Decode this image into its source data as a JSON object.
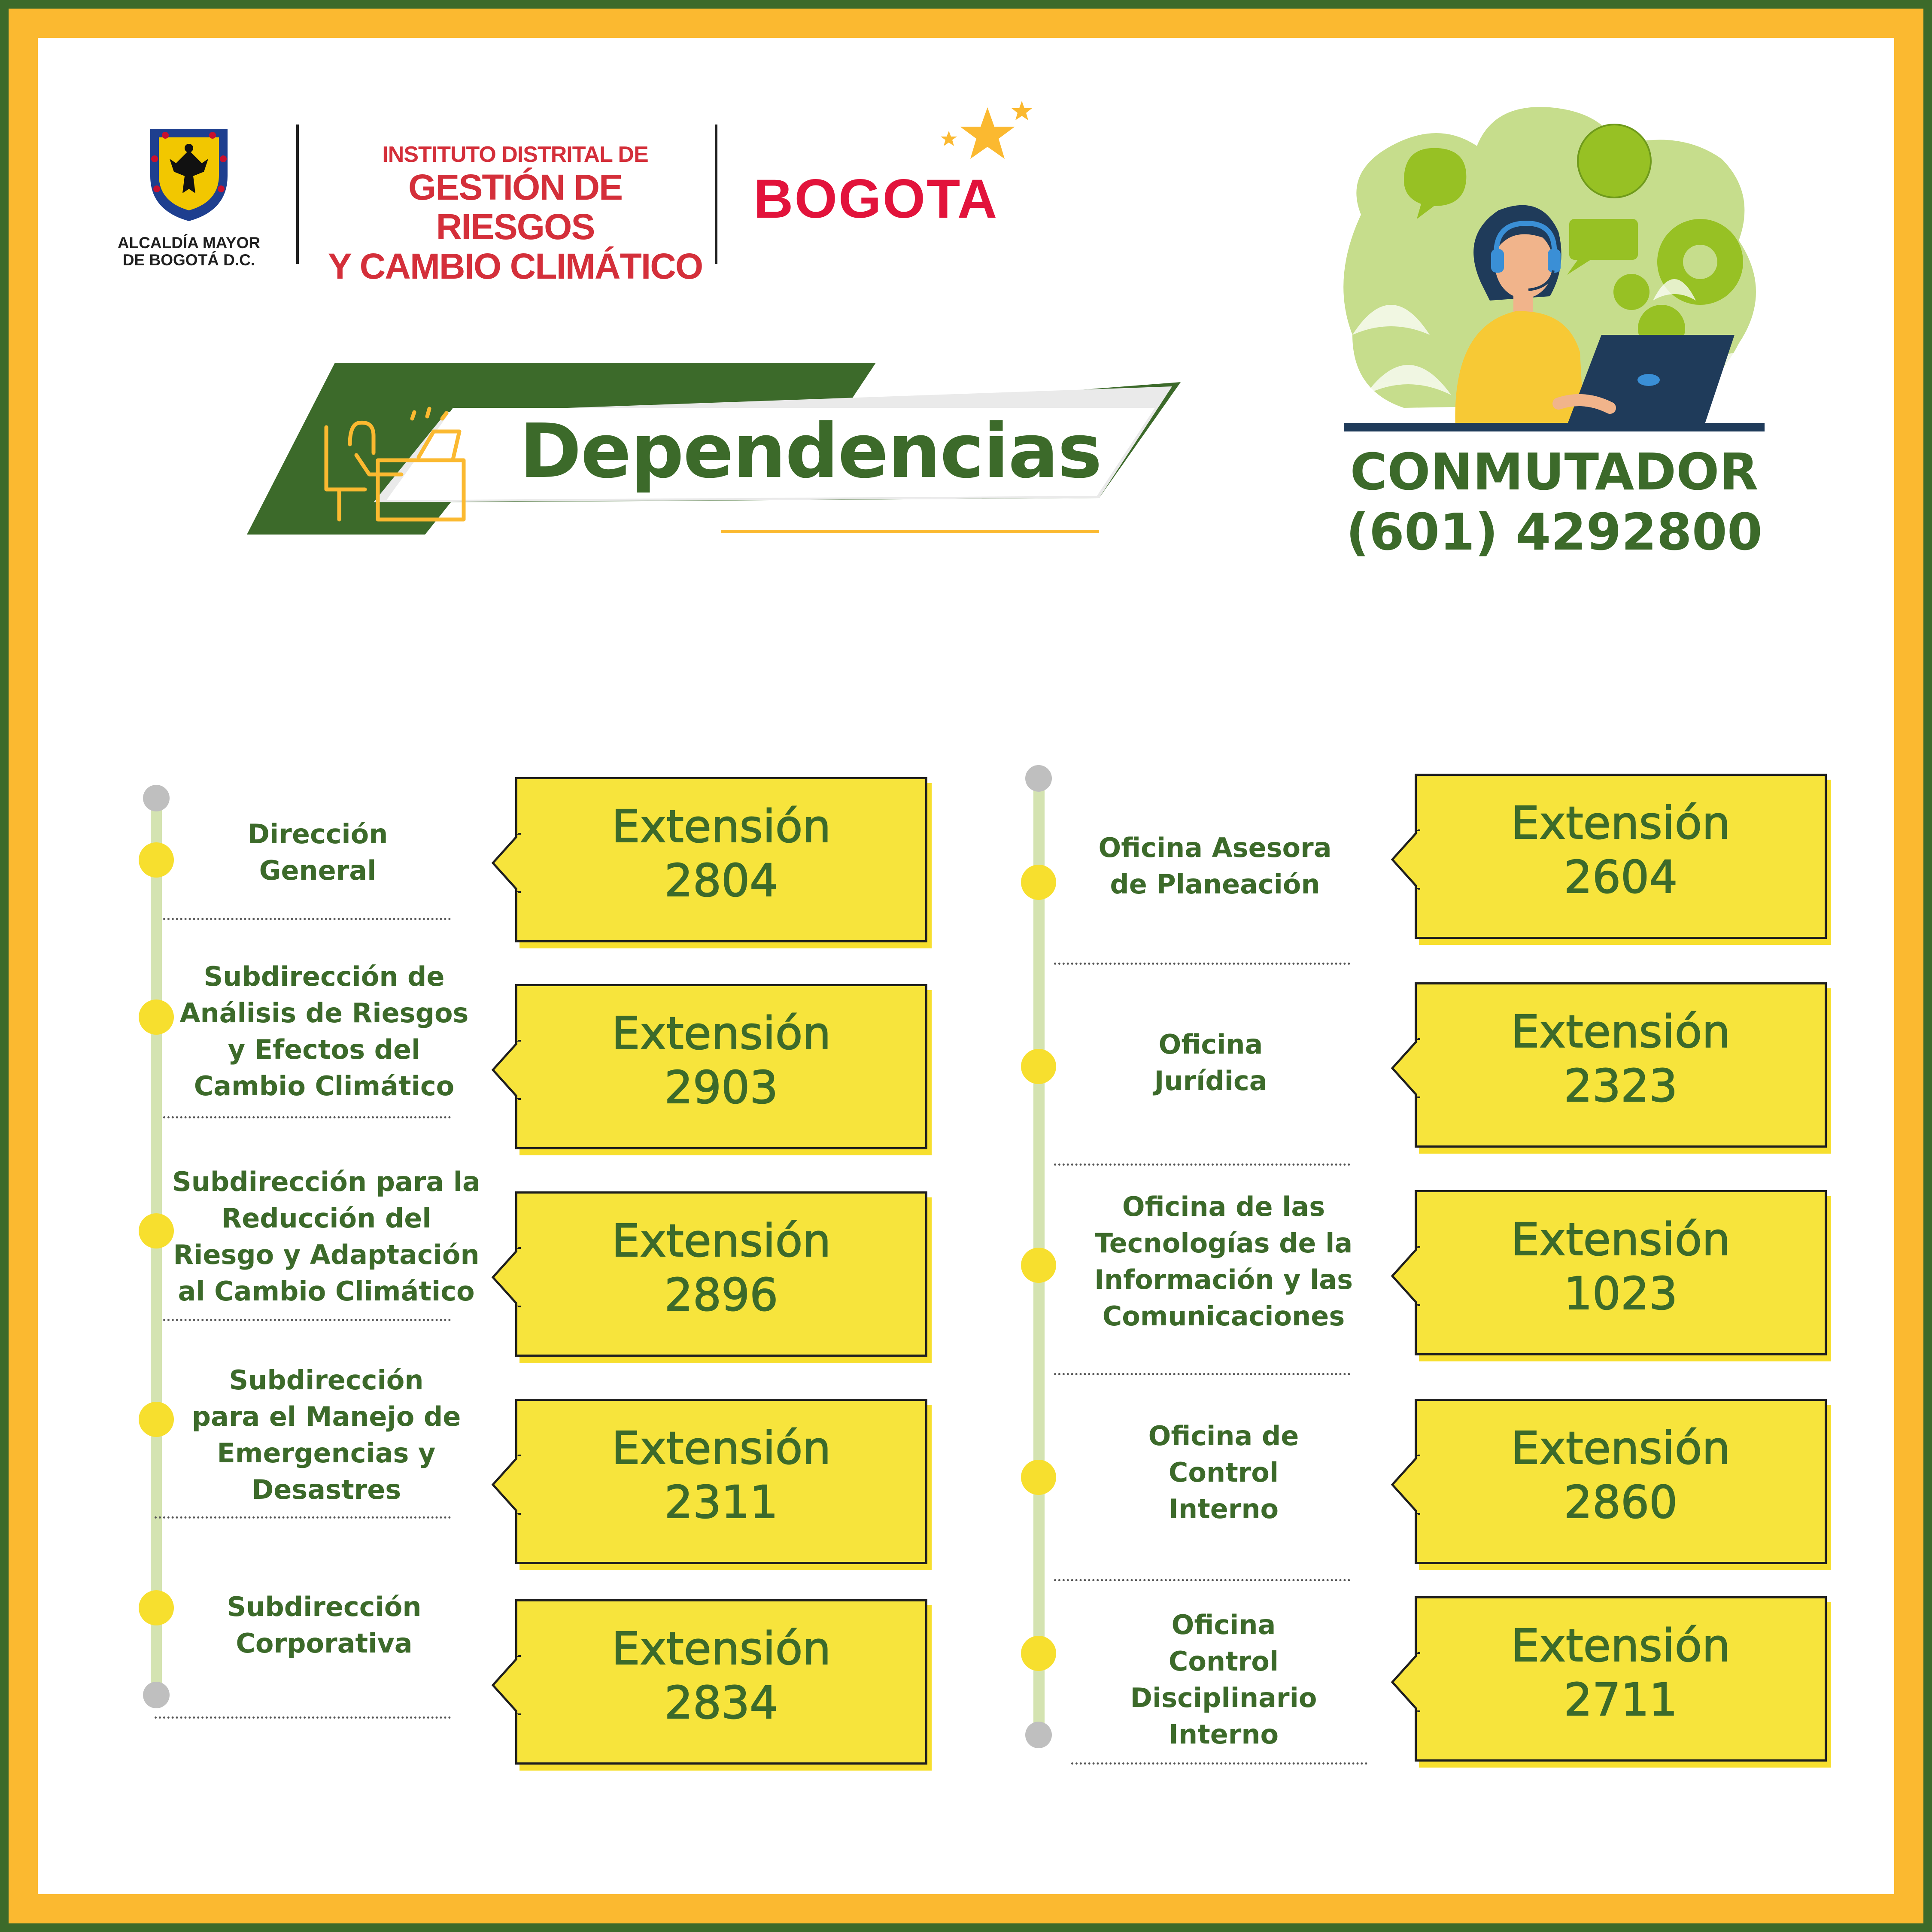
{
  "header": {
    "alcaldia_line1": "ALCALDÍA MAYOR",
    "alcaldia_line2": "DE BOGOTÁ D.C.",
    "idiger_line1": "INSTITUTO DISTRITAL DE",
    "idiger_line2": "GESTIÓN DE RIESGOS",
    "idiger_line3": "Y CAMBIO CLIMÁTICO",
    "bogota_logo_text": "BOGOTA"
  },
  "title": "Dependencias",
  "switchboard": {
    "label": "CONMUTADOR",
    "phone": "(601) 4292800"
  },
  "colors": {
    "green": "#3c6a2a",
    "yellow": "#f7e43c",
    "frame_orange": "#fbb930",
    "logo_red": "#d42f3a",
    "timeline_line": "#d4e3b1"
  },
  "icons": [
    "coat-of-arms-icon",
    "desk-worker-icon",
    "call-center-agent-illustration",
    "stars-icon"
  ],
  "left_column": [
    {
      "label_lines": [
        "Dirección",
        "General"
      ],
      "ext_label": "Extensión",
      "ext": "2804"
    },
    {
      "label_lines": [
        "Subdirección de",
        "Análisis de Riesgos",
        "y Efectos del",
        "Cambio Climático"
      ],
      "ext_label": "Extensión",
      "ext": "2903"
    },
    {
      "label_lines": [
        "Subdirección para la",
        "Reducción del",
        "Riesgo y Adaptación",
        "al Cambio Climático"
      ],
      "ext_label": "Extensión",
      "ext": "2896"
    },
    {
      "label_lines": [
        "Subdirección",
        "para el Manejo de",
        "Emergencias y",
        "Desastres"
      ],
      "ext_label": "Extensión",
      "ext": "2311"
    },
    {
      "label_lines": [
        "Subdirección",
        "Corporativa"
      ],
      "ext_label": "Extensión",
      "ext": "2834"
    }
  ],
  "right_column": [
    {
      "label_lines": [
        "Oficina Asesora",
        "de Planeación"
      ],
      "ext_label": "Extensión",
      "ext": "2604"
    },
    {
      "label_lines": [
        "Oficina",
        "Jurídica"
      ],
      "ext_label": "Extensión",
      "ext": "2323"
    },
    {
      "label_lines": [
        "Oficina de las",
        "Tecnologías de la",
        "Información y las",
        "Comunicaciones"
      ],
      "ext_label": "Extensión",
      "ext": "1023"
    },
    {
      "label_lines": [
        "Oficina de",
        "Control",
        "Interno"
      ],
      "ext_label": "Extensión",
      "ext": "2860"
    },
    {
      "label_lines": [
        "Oficina",
        "Control",
        "Disciplinario",
        "Interno"
      ],
      "ext_label": "Extensión",
      "ext": "2711"
    }
  ]
}
